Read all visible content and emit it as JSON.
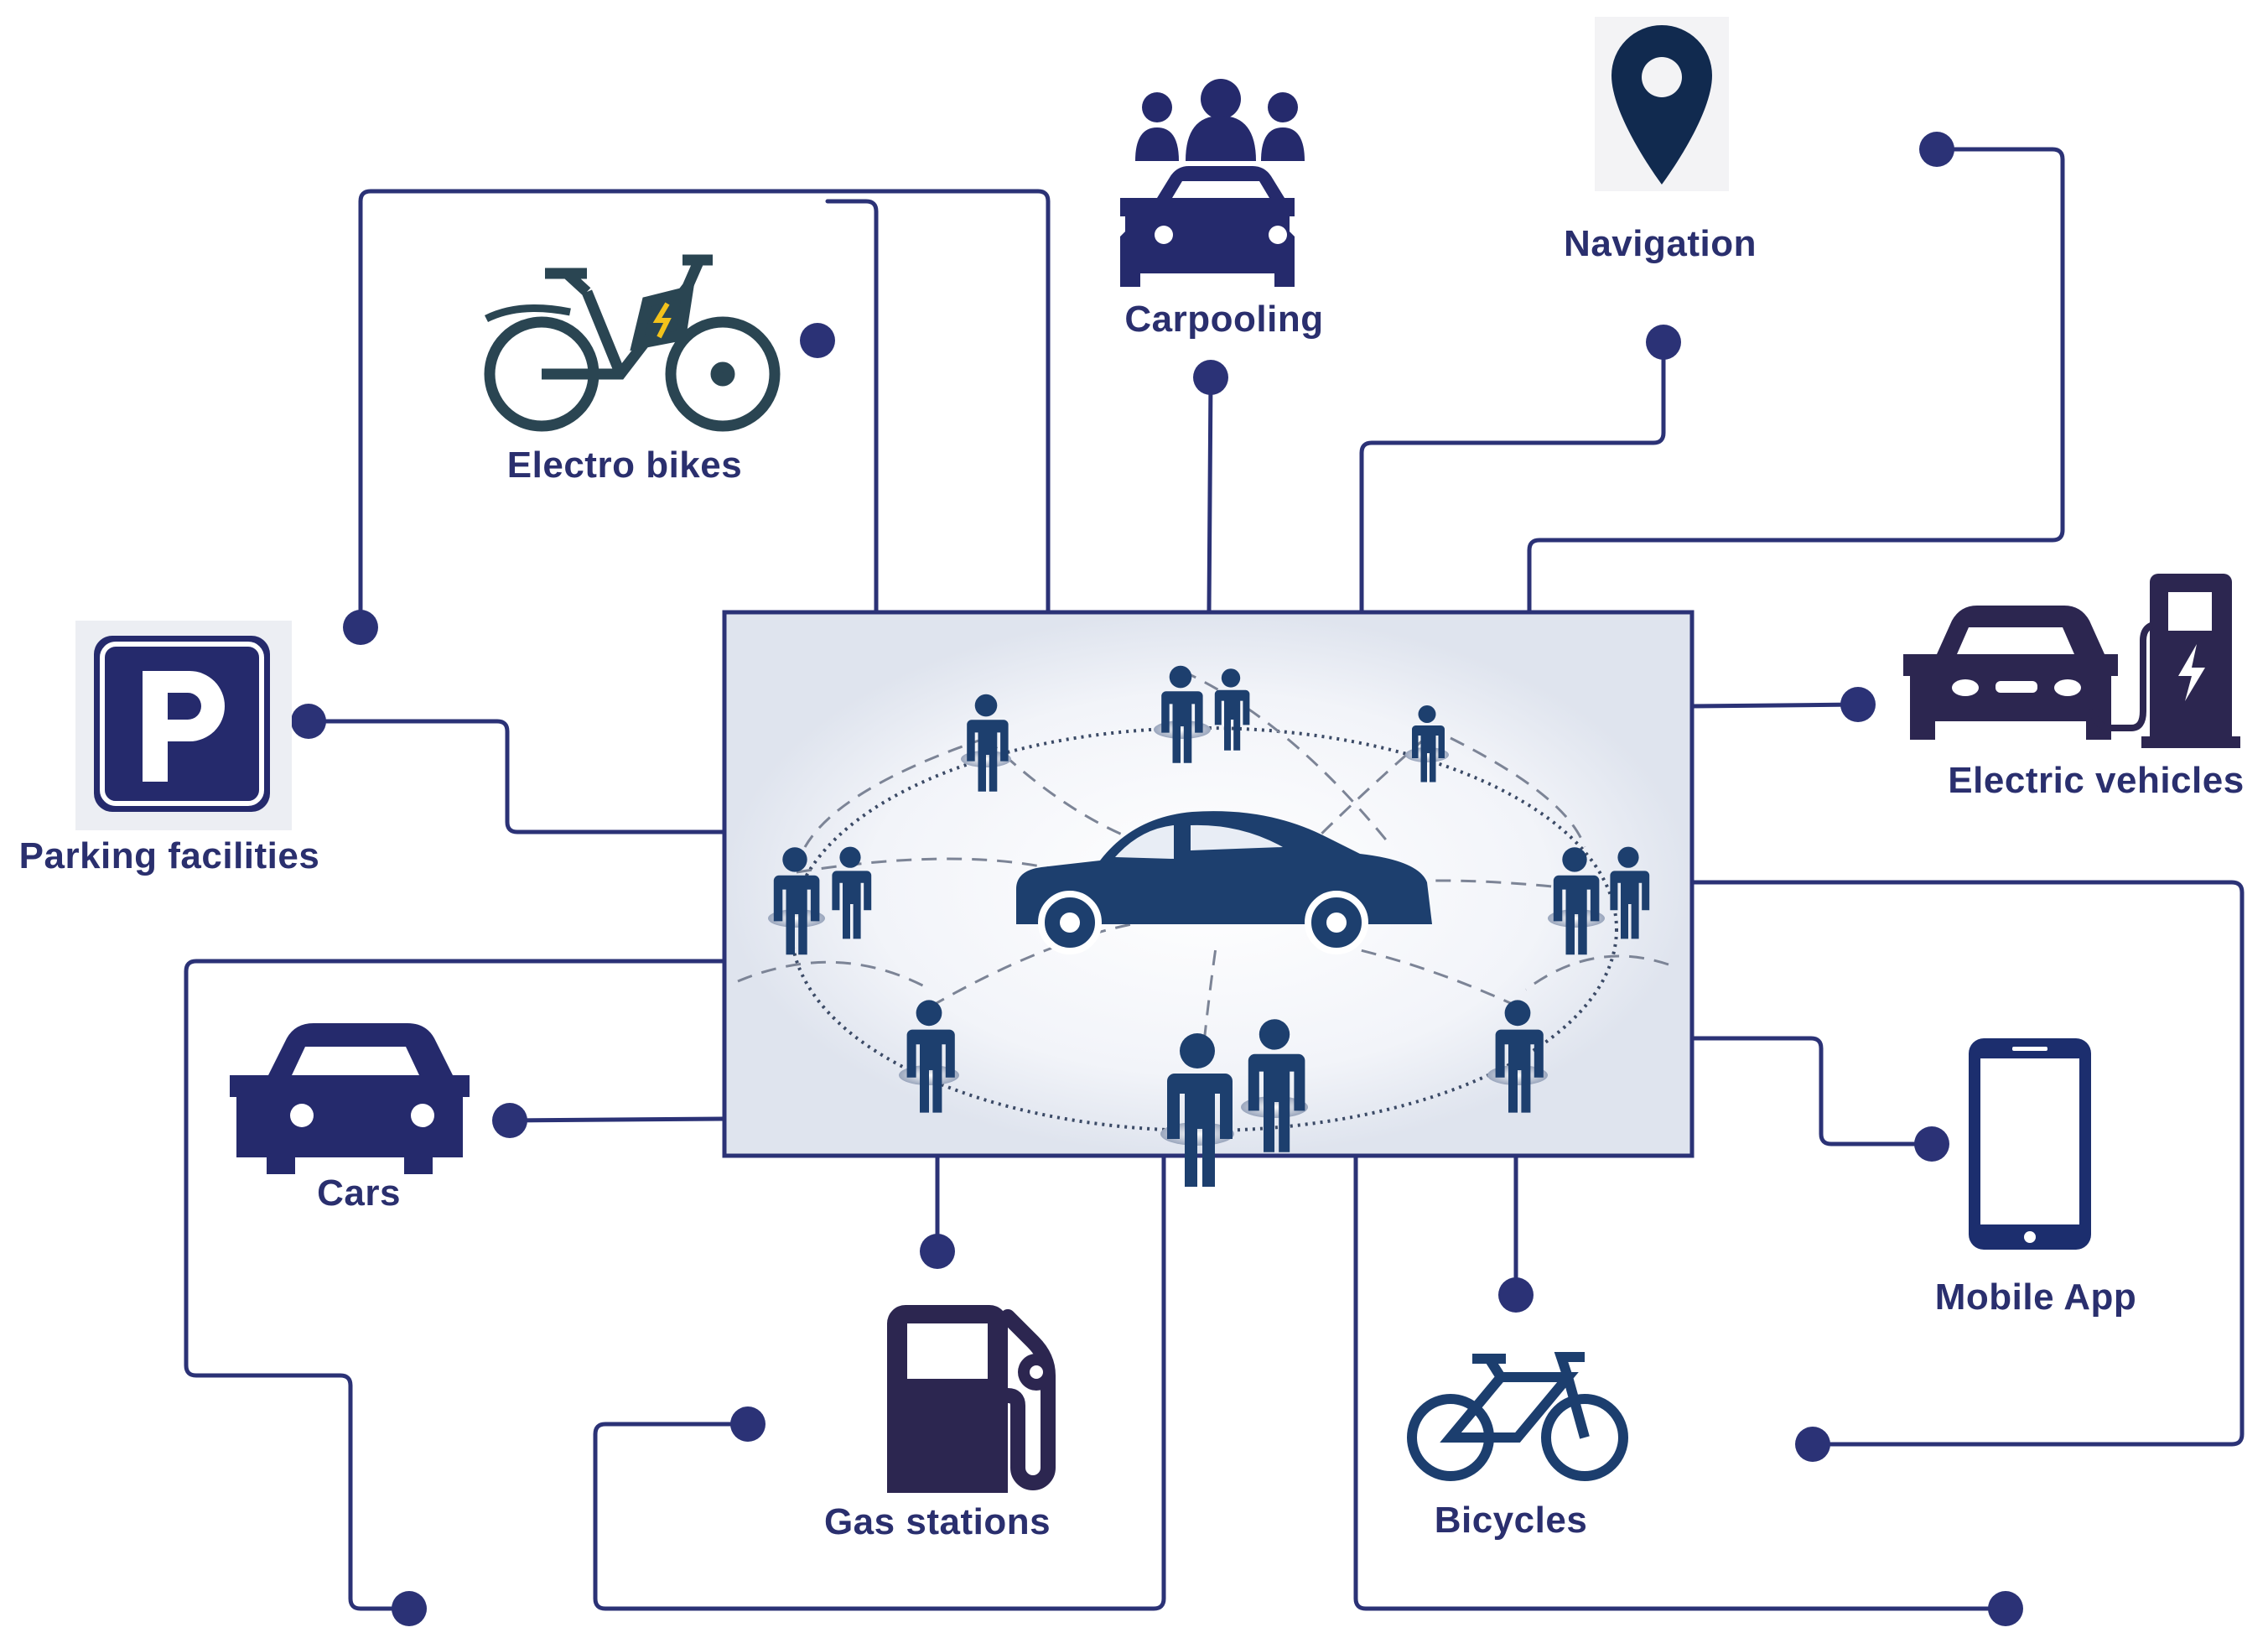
{
  "colors": {
    "primary": "#252a6c",
    "line": "#2b3276",
    "dark": "#2c2650",
    "bike_teal": "#2a4552",
    "bolt": "#f3c21b",
    "figure": "#1d3f6e",
    "panel_bg": "#f7f8fb"
  },
  "nodes": {
    "electro_bikes": {
      "label": "Electro bikes",
      "icon": "electric-bike-icon"
    },
    "carpooling": {
      "label": "Carpooling",
      "icon": "carpooling-icon"
    },
    "navigation": {
      "label": "Navigation",
      "icon": "location-pin-icon"
    },
    "parking": {
      "label": "Parking facilities",
      "icon": "parking-icon"
    },
    "electric_vehicles": {
      "label": "Electric vehicles",
      "icon": "ev-charging-icon"
    },
    "cars": {
      "label": "Cars",
      "icon": "car-icon"
    },
    "gas_stations": {
      "label": "Gas stations",
      "icon": "gas-pump-icon"
    },
    "bicycles": {
      "label": "Bicycles",
      "icon": "bicycle-icon"
    },
    "mobile_app": {
      "label": "Mobile App",
      "icon": "smartphone-icon"
    }
  },
  "center": {
    "description_icon": "shared-mobility-network-icon"
  }
}
